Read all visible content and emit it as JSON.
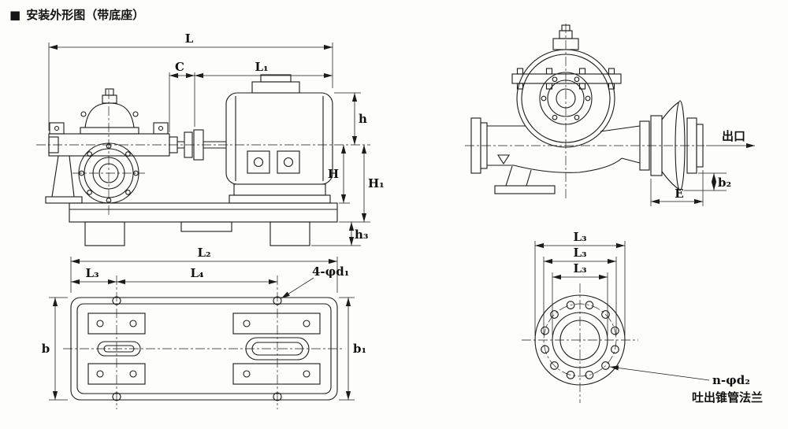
{
  "header": {
    "bullet": "■",
    "title": "安装外形图（带底座）"
  },
  "side_view": {
    "dim_L": "L",
    "dim_C": "C",
    "dim_L1": "L₁",
    "dim_h": "h",
    "dim_H": "H",
    "dim_H1": "H₁",
    "dim_h3": "h₃"
  },
  "end_view": {
    "outlet_label": "出口",
    "dim_b2": "b₂",
    "dim_E": "E"
  },
  "plan_view": {
    "dim_L2": "L₂",
    "dim_L3": "L₃",
    "dim_L4": "L₄",
    "dim_bolt_holes": "4-φd₁",
    "dim_b": "b",
    "dim_b1": "b₁"
  },
  "flange_view": {
    "dim_outer": "L₃",
    "dim_bolt_circle": "L₃",
    "dim_face": "L₃",
    "dim_bolt_holes": "n-φd₂",
    "caption": "吐出锥管法兰"
  },
  "colors": {
    "ink": "#1b1b1b",
    "paper": "#fdfdfa"
  }
}
